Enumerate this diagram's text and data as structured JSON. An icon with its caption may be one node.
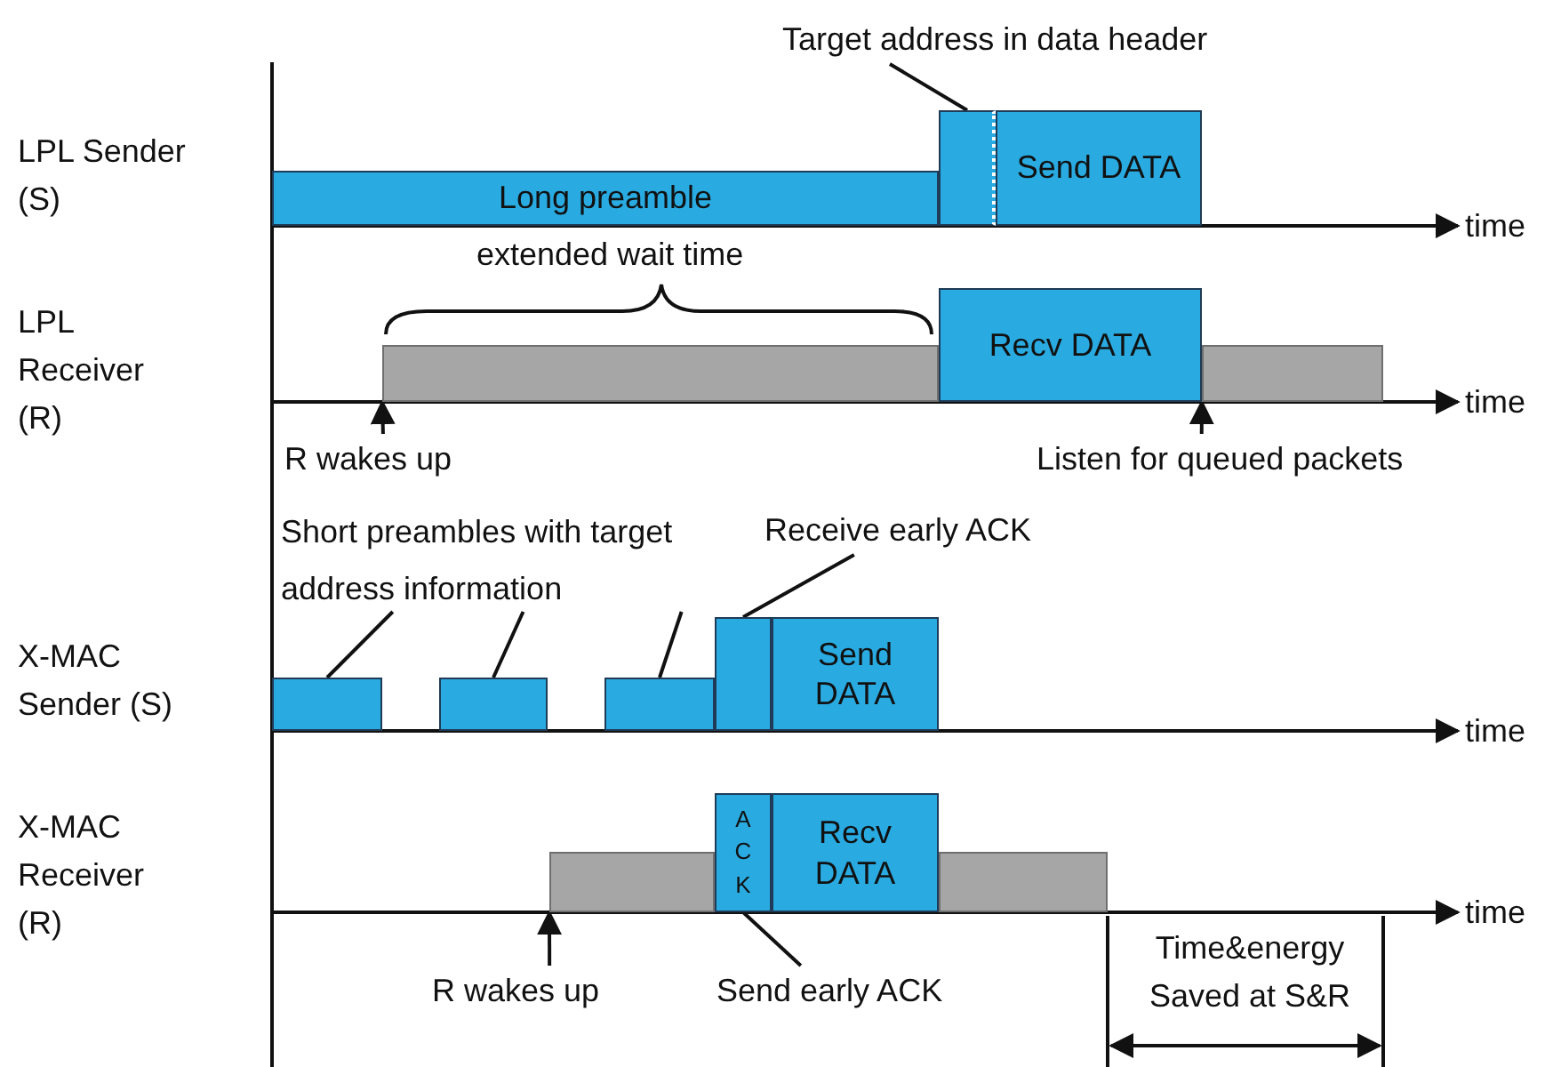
{
  "diagram": {
    "nodes": [
      {
        "text": [
          "Target address in data header"
        ]
      },
      {
        "text": [
          "Long preamble"
        ]
      },
      {
        "text": [],
        "shape": "box"
      },
      {
        "text": [
          "Send DATA"
        ]
      },
      {
        "text": [],
        "shape": "bar"
      },
      {
        "text": [
          "Recv DATA"
        ]
      },
      {
        "text": [],
        "shape": "bar"
      },
      {
        "text": [
          "R wakes up"
        ]
      },
      {
        "text": [
          "Listen for queued packets"
        ]
      },
      {
        "text": [
          "Short preambles with target address information"
        ]
      },
      {
        "text": [
          "Receive early ACK"
        ]
      },
      {
        "text": [],
        "shape": "box"
      },
      {
        "text": [],
        "shape": "box"
      },
      {
        "text": [],
        "shape": "box"
      },
      {
        "text": [],
        "shape": "box"
      },
      {
        "text": [
          "Send DATA"
        ]
      },
      {
        "text": [],
        "shape": "bar"
      },
      {
        "text": [
          "ACK"
        ]
      },
      {
        "text": [
          "Recv DATA"
        ]
      },
      {
        "text": [],
        "shape": "bar"
      },
      {
        "text": [
          "R wakes up"
        ]
      },
      {
        "text": [
          "Send early ACK"
        ]
      }
    ],
    "edges": [
      {
        "from": 0,
        "to": 2,
        "arrow": "none"
      },
      {
        "from": 7,
        "to": 4,
        "arrow": "to"
      },
      {
        "from": 8,
        "to": 6,
        "arrow": "to"
      },
      {
        "from": 9,
        "to": 11,
        "arrow": "none"
      },
      {
        "from": 9,
        "to": 12,
        "arrow": "none"
      },
      {
        "from": 9,
        "to": 13,
        "arrow": "none"
      },
      {
        "from": 10,
        "to": 14,
        "arrow": "none"
      },
      {
        "from": 20,
        "to": 16,
        "arrow": "to"
      },
      {
        "from": 21,
        "to": 17,
        "arrow": "none"
      }
    ],
    "labels": [
      "LPL Sender (S)",
      "time",
      "extended wait time",
      "LPL Receiver (R)",
      "time",
      "X-MAC Sender (S)",
      "time",
      "X-MAC Receiver (R)",
      "time",
      "Time&energy Saved at S&R"
    ]
  }
}
